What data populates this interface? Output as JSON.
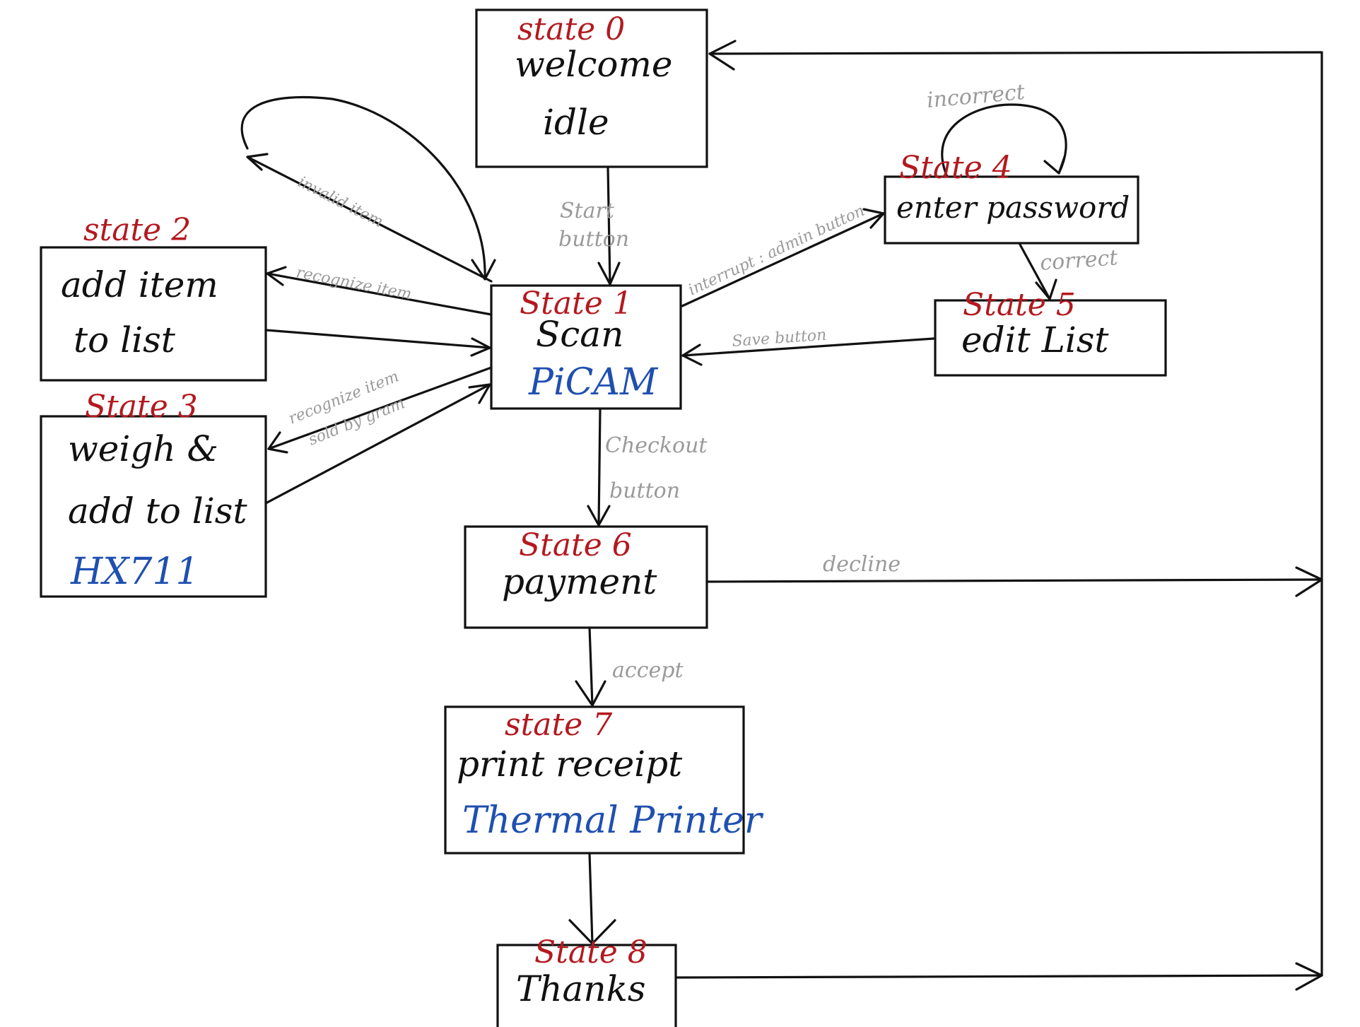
{
  "colors": {
    "state_label": "#b3191f",
    "hardware": "#1f4fb0",
    "edge_label": "#9a9a9a",
    "ink": "#111111"
  },
  "states": {
    "s0": {
      "label": "state 0",
      "line1": "welcome",
      "line2": "idle"
    },
    "s1": {
      "label": "State 1",
      "line1": "Scan",
      "hardware": "PiCAM"
    },
    "s2": {
      "label": "state 2",
      "line1": "add  item",
      "line2": "to  list"
    },
    "s3": {
      "label": "State 3",
      "line1": "weigh &",
      "line2": "add to list",
      "hardware": "HX711"
    },
    "s4": {
      "label": "State 4",
      "line1": "enter password"
    },
    "s5": {
      "label": "State 5",
      "line1": "edit  List"
    },
    "s6": {
      "label": "State 6",
      "line1": "payment"
    },
    "s7": {
      "label": "state 7",
      "line1": "print  receipt",
      "hardware": "Thermal Printer"
    },
    "s8": {
      "label": "State 8",
      "line1": "Thanks"
    }
  },
  "edges": {
    "start_line1": "Start",
    "start_line2": "button",
    "invalid_item": "invalid  item",
    "recognize_item": "recognize  item",
    "recognize_gram_line1": "recognize item",
    "recognize_gram_line2": "sold by gram",
    "interrupt": "interrupt : admin button",
    "incorrect": "incorrect",
    "correct": "correct",
    "save_button": "Save   button",
    "checkout_line1": "Checkout",
    "checkout_line2": "button",
    "decline": "decline",
    "accept": "accept"
  }
}
